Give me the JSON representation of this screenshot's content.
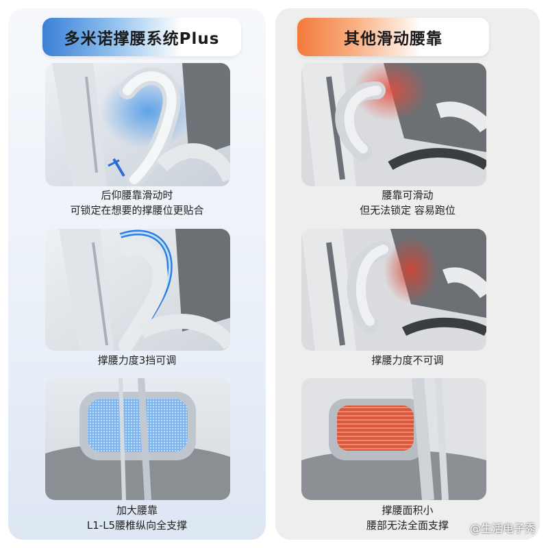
{
  "left": {
    "header": "多米诺撑腰系统Plus",
    "accent": "#3b7fd6",
    "panels": [
      {
        "line1": "后仰腰靠滑动时",
        "line2": "可锁定在想要的撑腰位更贴合"
      },
      {
        "line1": "撑腰力度3挡可调",
        "line2": ""
      },
      {
        "line1": "加大腰靠",
        "line2": "L1-L5腰椎纵向全支撑"
      }
    ]
  },
  "right": {
    "header": "其他滑动腰靠",
    "accent": "#f3793a",
    "panels": [
      {
        "line1": "腰靠可滑动",
        "line2": "但无法锁定 容易跑位"
      },
      {
        "line1": "撑腰力度不可调",
        "line2": ""
      },
      {
        "line1": "撑腰面积小",
        "line2": "腰部无法全面支撑"
      }
    ]
  },
  "watermark": "@生活电子秀",
  "icons": [
    "chair-lumbar-photo",
    "mesh-backrest-photo"
  ]
}
